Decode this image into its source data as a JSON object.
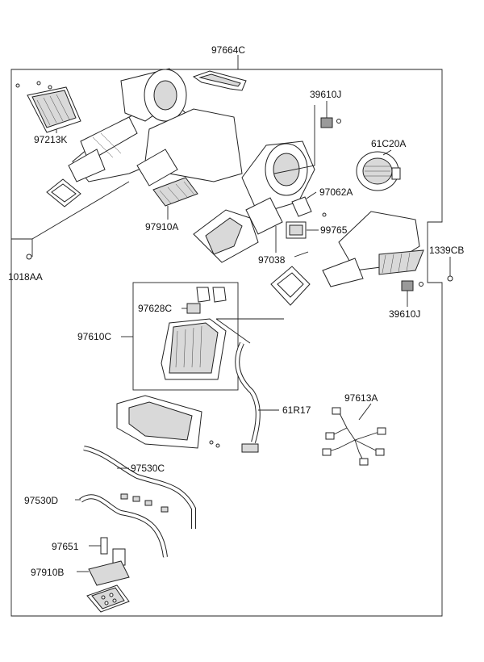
{
  "labels": {
    "assembly": "97664C",
    "cover_97213K": "97213K",
    "filter_97910A": "97910A",
    "screw_1018AA": "1018AA",
    "fastener_39610J_top": "39610J",
    "blower_61C20A": "61C20A",
    "resistor_97062A": "97062A",
    "actuator_99765": "99765",
    "bolt_97038": "97038",
    "nut_1339CB": "1339CB",
    "fastener_39610J_bottom": "39610J",
    "sensor_97628C": "97628C",
    "module_97610C": "97610C",
    "tube_61R17": "61R17",
    "harness_97613A": "97613A",
    "hose_97530C": "97530C",
    "hose_97530D": "97530D",
    "part_97651": "97651",
    "filter_97910B": "97910B"
  }
}
